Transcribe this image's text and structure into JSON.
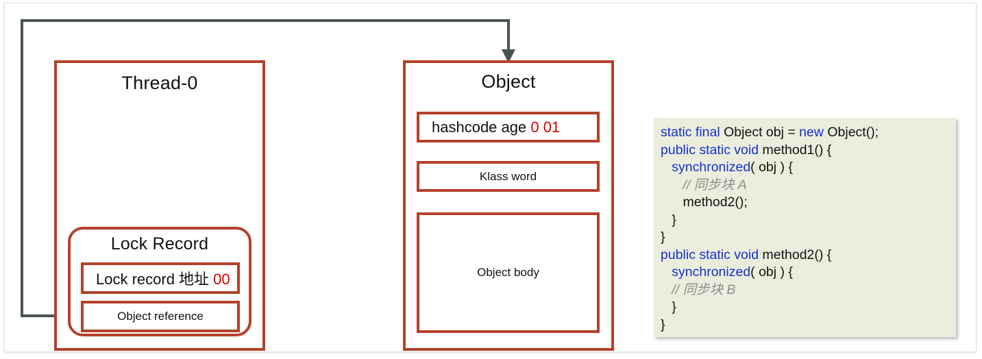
{
  "diagram": {
    "title_colors": {
      "accent": "#b4412b",
      "highlight_red": "#d40000",
      "connector": "#4a5354"
    },
    "thread": {
      "title": "Thread-0",
      "lock_record": {
        "title": "Lock Record",
        "rows": [
          {
            "prefix": "Lock record 地址 ",
            "value": "00",
            "align": "left"
          },
          {
            "prefix": "Object reference",
            "value": "",
            "align": "center"
          }
        ]
      }
    },
    "object": {
      "title": "Object",
      "rows": [
        {
          "prefix": "hashcode age ",
          "value": "0 01",
          "align": "left"
        },
        {
          "prefix": "Klass word",
          "value": "",
          "align": "center"
        },
        {
          "prefix": "Object body",
          "value": "",
          "align": "center"
        }
      ]
    },
    "connector": {
      "name": "object-reference-to-object-arrow",
      "from": "Object reference",
      "to": "Object"
    }
  },
  "code": {
    "language": "java",
    "lines": [
      [
        {
          "t": "static final ",
          "c": "kw"
        },
        {
          "t": "Object obj = ",
          "c": ""
        },
        {
          "t": "new ",
          "c": "kw"
        },
        {
          "t": "Object();",
          "c": ""
        }
      ],
      [
        {
          "t": "public static void ",
          "c": "kw"
        },
        {
          "t": "method1() {",
          "c": ""
        }
      ],
      [
        {
          "t": "   ",
          "c": ""
        },
        {
          "t": "synchronized",
          "c": "kw"
        },
        {
          "t": "( obj ) {",
          "c": ""
        }
      ],
      [
        {
          "t": "      ",
          "c": ""
        },
        {
          "t": "// 同步块 A",
          "c": "cmt"
        }
      ],
      [
        {
          "t": "      method2();",
          "c": ""
        }
      ],
      [
        {
          "t": "   }",
          "c": ""
        }
      ],
      [
        {
          "t": "}",
          "c": ""
        }
      ],
      [
        {
          "t": "public static void ",
          "c": "kw"
        },
        {
          "t": "method2() {",
          "c": ""
        }
      ],
      [
        {
          "t": "   ",
          "c": ""
        },
        {
          "t": "synchronized",
          "c": "kw"
        },
        {
          "t": "( obj ) {",
          "c": ""
        }
      ],
      [
        {
          "t": "   ",
          "c": ""
        },
        {
          "t": "// 同步块 B",
          "c": "cmt"
        }
      ],
      [
        {
          "t": "   }",
          "c": ""
        }
      ],
      [
        {
          "t": "}",
          "c": ""
        }
      ]
    ]
  }
}
